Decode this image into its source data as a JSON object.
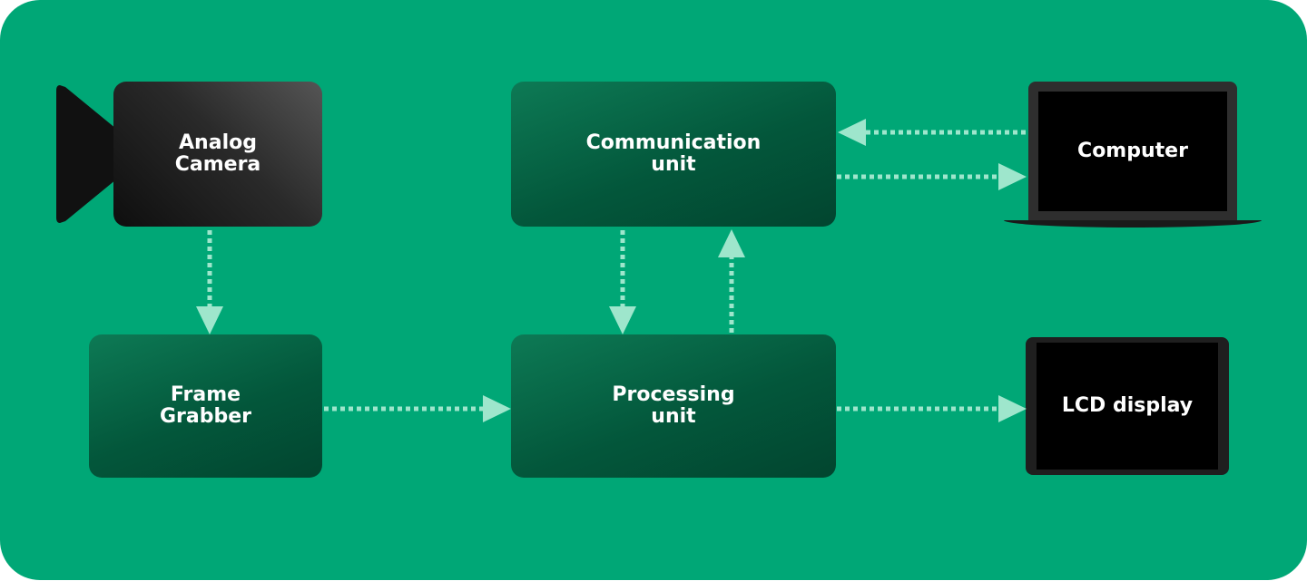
{
  "colors": {
    "background": "#00a776",
    "block": "#03573b",
    "arrow": "#9ee6cc",
    "device_screen": "#000000",
    "text": "#ffffff"
  },
  "nodes": {
    "camera": {
      "label": "Analog\nCamera",
      "icon": "video-camera-icon"
    },
    "frame_grabber": {
      "label": "Frame\nGrabber"
    },
    "communication_unit": {
      "label": "Communication\nunit"
    },
    "processing_unit": {
      "label": "Processing\nunit"
    },
    "computer": {
      "label": "Computer",
      "icon": "laptop-icon"
    },
    "lcd_display": {
      "label": "LCD display",
      "icon": "monitor-icon"
    }
  },
  "edges": [
    {
      "from": "camera",
      "to": "frame_grabber"
    },
    {
      "from": "frame_grabber",
      "to": "processing_unit"
    },
    {
      "from": "communication_unit",
      "to": "processing_unit"
    },
    {
      "from": "processing_unit",
      "to": "communication_unit"
    },
    {
      "from": "computer",
      "to": "communication_unit"
    },
    {
      "from": "communication_unit",
      "to": "computer"
    },
    {
      "from": "processing_unit",
      "to": "lcd_display"
    }
  ]
}
